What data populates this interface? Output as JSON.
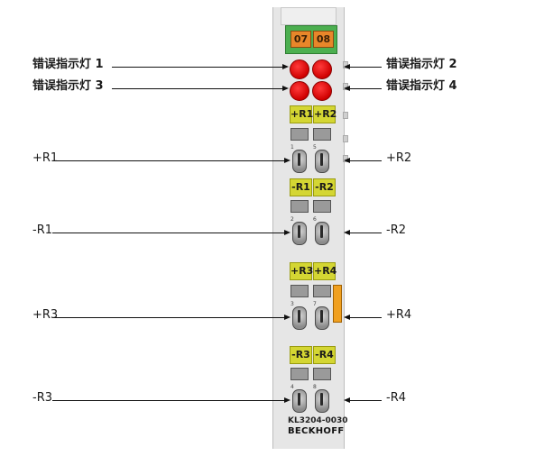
{
  "terminal": {
    "module_numbers": [
      "07",
      "08"
    ],
    "model": "KL3204-0030",
    "brand": "BECKHOFF",
    "terminal_labels": {
      "plus_r1": "+R1",
      "plus_r2": "+R2",
      "minus_r1": "-R1",
      "minus_r2": "-R2",
      "plus_r3": "+R3",
      "plus_r4": "+R4",
      "minus_r3": "-R3",
      "minus_r4": "-R4"
    },
    "contact_numbers": [
      "1",
      "5",
      "2",
      "6",
      "3",
      "7",
      "4",
      "8"
    ]
  },
  "callouts": {
    "led1": "错误指示灯 1",
    "led2": "错误指示灯 2",
    "led3": "错误指示灯 3",
    "led4": "错误指示灯 4",
    "plus_r1": "+R1",
    "plus_r2": "+R2",
    "minus_r1": "-R1",
    "minus_r2": "-R2",
    "plus_r3": "+R3",
    "plus_r4": "+R4",
    "minus_r3": "-R3",
    "minus_r4": "-R4"
  },
  "colors": {
    "led": "#d00000",
    "header_green": "#4caf50",
    "label_yellow": "#d4d633",
    "number_orange": "#e8862a"
  }
}
